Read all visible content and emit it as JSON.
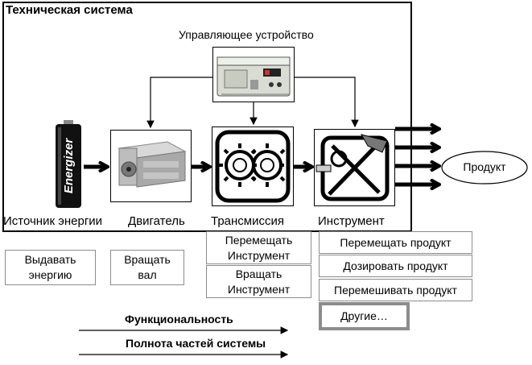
{
  "system": {
    "title": "Техническая система",
    "control_unit_label": "Управляющее устройство"
  },
  "components": {
    "energy_source": "Источник энергии",
    "engine": "Двигатель",
    "transmission": "Трансмиссия",
    "tool": "Инструмент",
    "battery_brand": "Energizer"
  },
  "product": {
    "label": "Продукт"
  },
  "functions": {
    "energy_source": "Выдавать энергию",
    "engine": "Вращать вал",
    "transmission": [
      "Перемещать Инструмент",
      "Вращать Инструмент"
    ],
    "tool": [
      "Перемещать продукт",
      "Дозировать продукт",
      "Перемешивать продукт",
      "Другие…"
    ]
  },
  "axes": {
    "functionality": "Функциональность",
    "completeness": "Полнота частей системы"
  }
}
